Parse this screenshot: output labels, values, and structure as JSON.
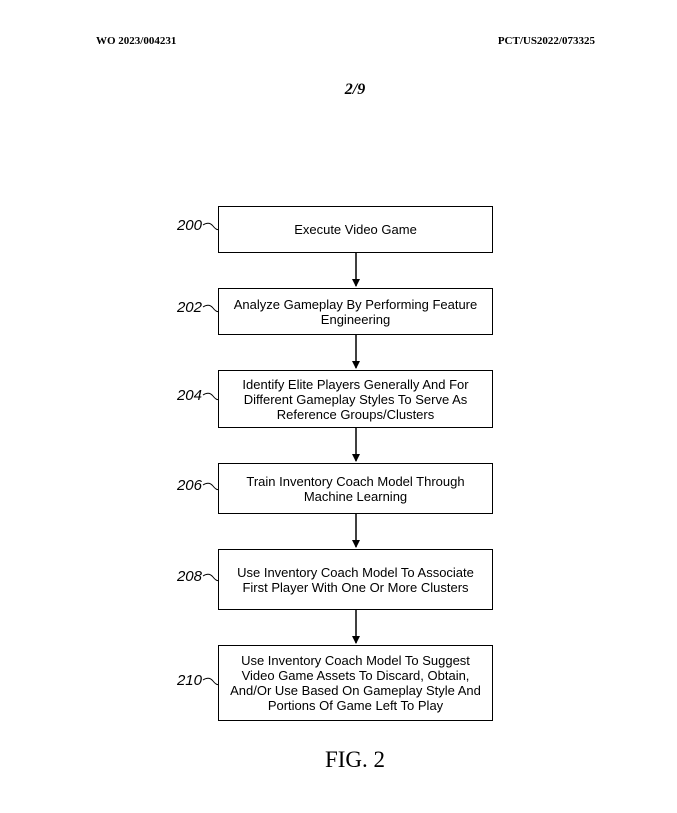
{
  "header": {
    "publication_number": "WO 2023/004231",
    "application_number": "PCT/US2022/073325"
  },
  "sheet": {
    "number": "2/9"
  },
  "flowchart": {
    "steps": [
      {
        "ref": "200",
        "text": "Execute Video Game"
      },
      {
        "ref": "202",
        "text": "Analyze Gameplay By Performing Feature Engineering"
      },
      {
        "ref": "204",
        "text": "Identify Elite Players Generally And For Different Gameplay Styles To Serve As Reference Groups/Clusters"
      },
      {
        "ref": "206",
        "text": "Train Inventory Coach Model Through Machine Learning"
      },
      {
        "ref": "208",
        "text": "Use Inventory Coach Model To Associate First Player With One Or More Clusters"
      },
      {
        "ref": "210",
        "text": "Use Inventory Coach Model To Suggest Video Game Assets To Discard, Obtain, And/Or Use Based On Gameplay Style And Portions Of Game Left To Play"
      }
    ]
  },
  "figure": {
    "label": "FIG. 2"
  }
}
